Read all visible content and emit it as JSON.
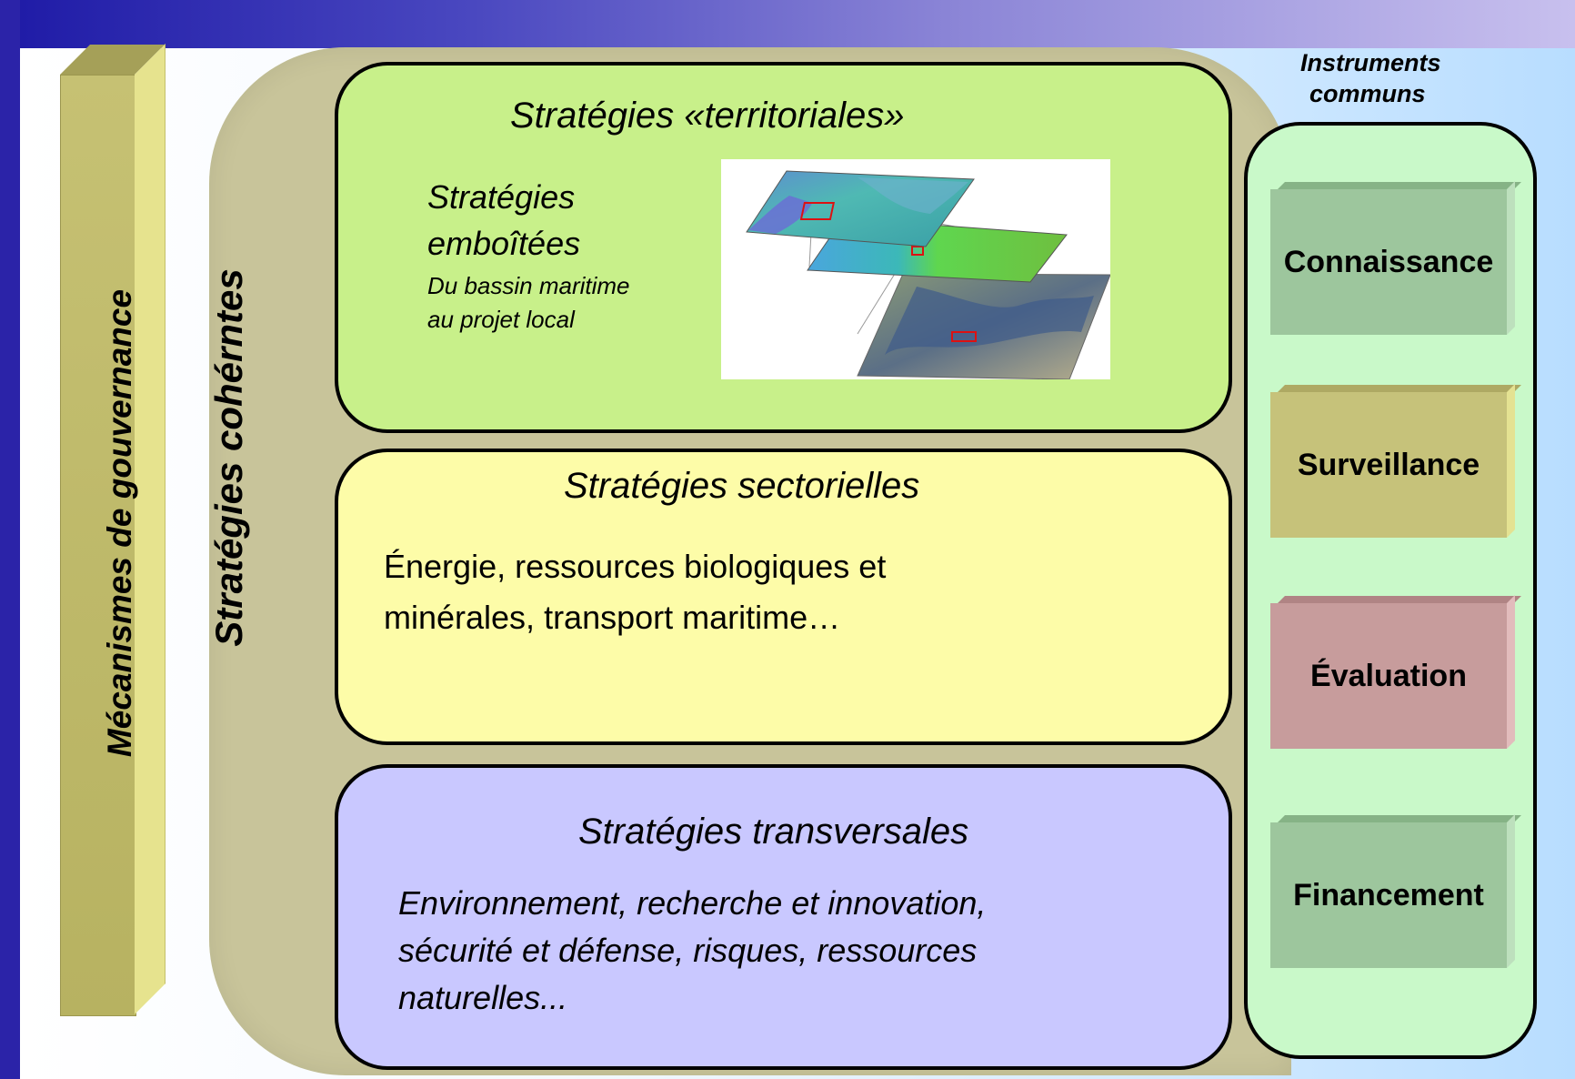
{
  "governance": {
    "label": "Mécanismes de gouvernance"
  },
  "coherent": {
    "label": "Stratégies cohérntes"
  },
  "territorial": {
    "title": "Stratégies «territoriales»",
    "subtitle_line1": "Stratégies",
    "subtitle_line2": "emboîtées",
    "detail_line1": "Du bassin maritime",
    "detail_line2": "au projet local"
  },
  "sectoral": {
    "title": "Stratégies sectorielles",
    "body_line1": "Énergie, ressources biologiques et",
    "body_line2": "minérales, transport maritime…"
  },
  "transversal": {
    "title": "Stratégies transversales",
    "body_line1": "Environnement, recherche et innovation,",
    "body_line2": "sécurité et défense, risques, ressources",
    "body_line3": "naturelles..."
  },
  "instruments": {
    "caption_line1": "Instruments",
    "caption_line2": "communs",
    "items": [
      {
        "label": "Connaissance",
        "color": "#9dc69d"
      },
      {
        "label": "Surveillance",
        "color": "#c6c27a"
      },
      {
        "label": "Évaluation",
        "color": "#c79c9c"
      },
      {
        "label": "Financement",
        "color": "#9dc69d"
      }
    ]
  },
  "colors": {
    "territorial": "#c8f08a",
    "sectoral": "#fdfca8",
    "transversal": "#c9c8ff",
    "instruments_panel": "#c9f9c9",
    "governance": "#c6c173",
    "coherent_backdrop": "#c8c49a"
  }
}
